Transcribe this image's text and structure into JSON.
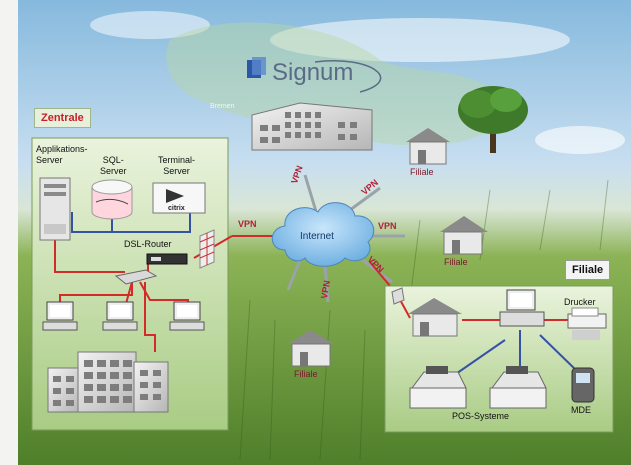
{
  "brand": {
    "logo_text": "Signum"
  },
  "map_labels": {
    "town": "Bremen"
  },
  "zentrale": {
    "title": "Zentrale",
    "title_color": "#c81e28",
    "app_server": "Applikations-\nServer",
    "sql_server": "SQL-\nServer",
    "terminal_server": "Terminal-\nServer",
    "citrix_text": "citrix",
    "dsl_router": "DSL-Router"
  },
  "network": {
    "internet": "Internet",
    "vpn": "VPN"
  },
  "branches": {
    "label": "Filiale"
  },
  "filiale_box": {
    "title": "Filiale",
    "printer": "Drucker",
    "pos": "POS-Systeme",
    "mde": "MDE"
  },
  "colors": {
    "lan_red": "#d32a2a",
    "lan_blue": "#3553a6",
    "vpn_red": "#b0203a",
    "cloud": "#8fc5ec",
    "panel_green": "#cfe3b6"
  }
}
